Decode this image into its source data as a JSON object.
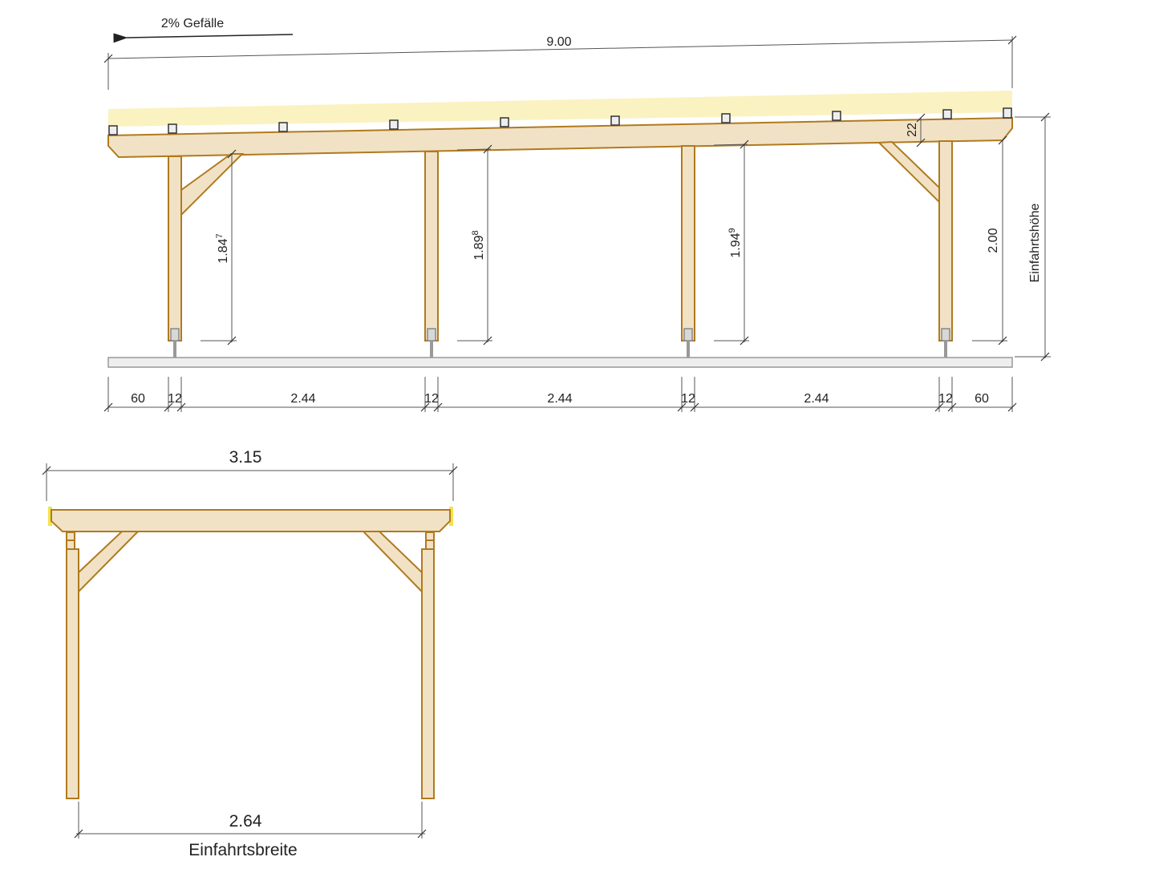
{
  "side_view": {
    "slope_label": "2% Gefälle",
    "total_length": "9.00",
    "heights": [
      {
        "main": "1.84",
        "sup": "7"
      },
      {
        "main": "1.89",
        "sup": "8"
      },
      {
        "main": "1.94",
        "sup": "9"
      },
      {
        "main": "2.00",
        "sup": ""
      }
    ],
    "beam_height": "22",
    "clearance_label": "Einfahrtshöhe",
    "bottom_dims": [
      "60",
      "12",
      "2.44",
      "12",
      "2.44",
      "12",
      "2.44",
      "12",
      "60"
    ]
  },
  "front_view": {
    "total_width": "3.15",
    "clear_width": "2.64",
    "clear_width_label": "Einfahrtsbreite"
  },
  "colors": {
    "wood": "#f1e2c6",
    "wood_outline": "#b07a1e",
    "roof": "#fbf2c2"
  }
}
